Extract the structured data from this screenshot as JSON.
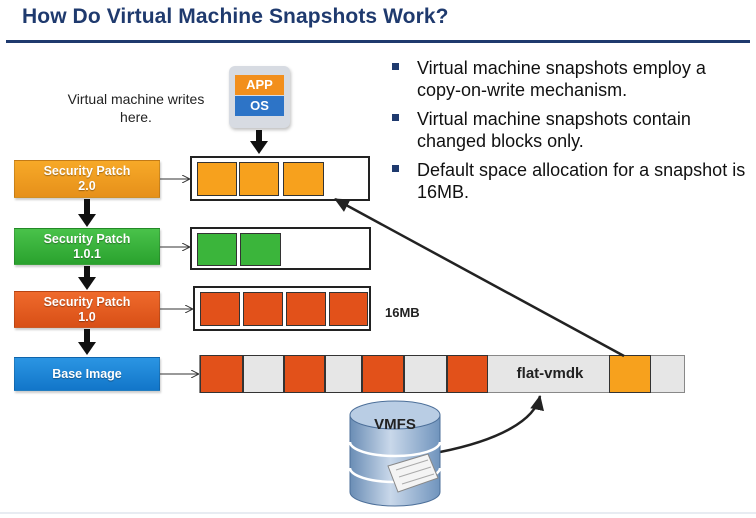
{
  "title": "How Do Virtual Machine Snapshots Work?",
  "writes_note": "Virtual machine writes here.",
  "app_icon": {
    "app": "APP",
    "os": "OS"
  },
  "layers": {
    "patch_2": {
      "line1": "Security Patch",
      "line2": "2.0"
    },
    "patch_101": {
      "line1": "Security Patch",
      "line2": "1.0.1"
    },
    "patch_1": {
      "line1": "Security Patch",
      "line2": "1.0"
    },
    "base": {
      "line1": "Base Image"
    }
  },
  "snapshot_size_label": "16MB",
  "flat_label": "flat-vmdk",
  "datastore_label": "VMFS",
  "bullets": [
    "Virtual machine snapshots employ a copy-on-write mechanism.",
    "Virtual machine snapshots contain changed blocks only.",
    "Default space allocation for a snapshot is 16MB."
  ],
  "colors": {
    "title": "#1f3a6e",
    "orange": "#f7a11d",
    "green": "#3bb53b",
    "red": "#e2511a",
    "blue": "#1276c9"
  }
}
